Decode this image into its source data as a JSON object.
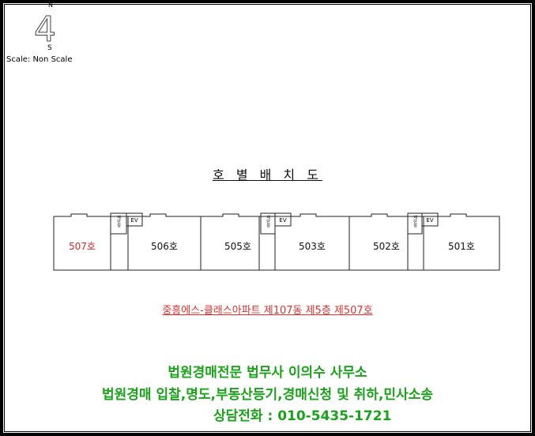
{
  "compass": {
    "north_label": "N",
    "south_label": "S",
    "north_glyph": "4",
    "icon": "north-arrow-icon"
  },
  "scale_text": "Scale: Non Scale",
  "title": "호 별 배 치 도",
  "units": [
    {
      "label": "507호",
      "color": "#d9262a"
    },
    {
      "label": "506호",
      "color": "#111111"
    },
    {
      "label": "505호",
      "color": "#111111"
    },
    {
      "label": "503호",
      "color": "#111111"
    },
    {
      "label": "502호",
      "color": "#111111"
    },
    {
      "label": "501호",
      "color": "#111111"
    }
  ],
  "cores": [
    {
      "stair_label": "계단실",
      "ev_label": "EV"
    },
    {
      "stair_label": "계단실",
      "ev_label": "EV"
    },
    {
      "stair_label": "계단실",
      "ev_label": "EV"
    }
  ],
  "caption": "중흥에스-클래스아파트 제107동 제5층 제507호",
  "footer": {
    "office": "법원경매전문 법무사 이의수 사무소",
    "services": "법원경매 입찰,명도,부동산등기,경매신청 및 취하,민사소송",
    "phone": "상담전화 : 010-5435-1721"
  },
  "colors": {
    "highlight": "#d9262a",
    "caption": "#e0312c",
    "footer": "#1aa31a"
  }
}
